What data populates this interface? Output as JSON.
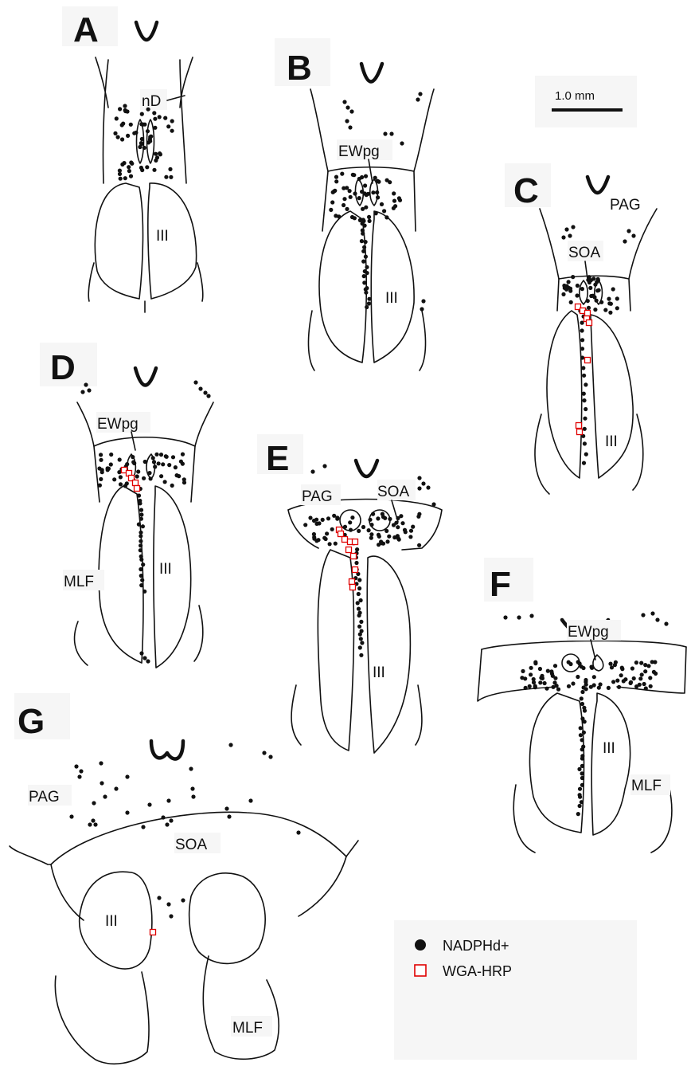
{
  "panels": {
    "A": {
      "letter": "A",
      "regions": [
        "nD",
        "III"
      ]
    },
    "B": {
      "letter": "B",
      "regions": [
        "EWpg",
        "III"
      ]
    },
    "C": {
      "letter": "C",
      "regions": [
        "PAG",
        "SOA",
        "III"
      ]
    },
    "D": {
      "letter": "D",
      "regions": [
        "EWpg",
        "MLF",
        "III"
      ]
    },
    "E": {
      "letter": "E",
      "regions": [
        "PAG",
        "SOA",
        "III"
      ]
    },
    "F": {
      "letter": "F",
      "regions": [
        "EWpg",
        "III",
        "MLF"
      ]
    },
    "G": {
      "letter": "G",
      "regions": [
        "PAG",
        "SOA",
        "III",
        "MLF"
      ]
    }
  },
  "scale_bar": {
    "label": "1.0 mm"
  },
  "legend": {
    "items": [
      {
        "label": "NADPHd+",
        "marker": "filled-circle",
        "color": "#111111"
      },
      {
        "label": "WGA-HRP",
        "marker": "open-square",
        "color": "#e00000"
      }
    ]
  }
}
